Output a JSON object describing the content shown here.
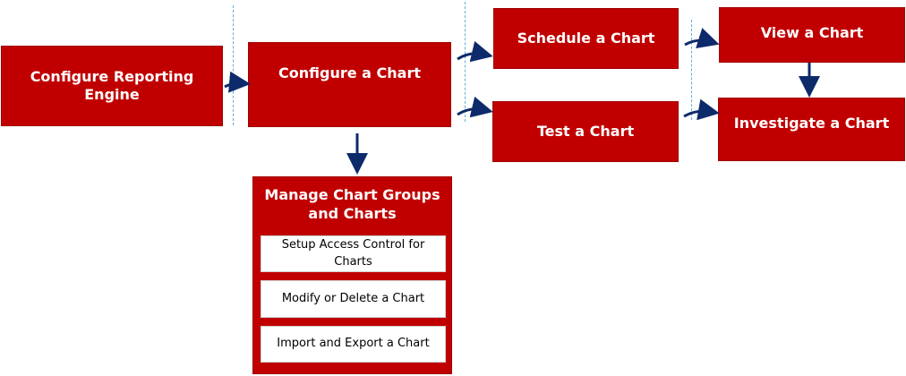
{
  "nodes": {
    "configure_reporting_engine": "Configure Reporting Engine",
    "configure_chart": "Configure a Chart",
    "schedule_chart": "Schedule a Chart",
    "test_chart": "Test a Chart",
    "view_chart": "View a Chart",
    "investigate_chart": "Investigate a Chart"
  },
  "group": {
    "title_line1": "Manage Chart Groups",
    "title_line2": "and Charts",
    "items": [
      "Setup Access Control for Charts",
      "Modify or Delete a Chart",
      "Import and Export a Chart"
    ]
  },
  "colors": {
    "box_fill": "#c00000",
    "arrow": "#0d2a6b",
    "divider": "#5fb0d6"
  }
}
